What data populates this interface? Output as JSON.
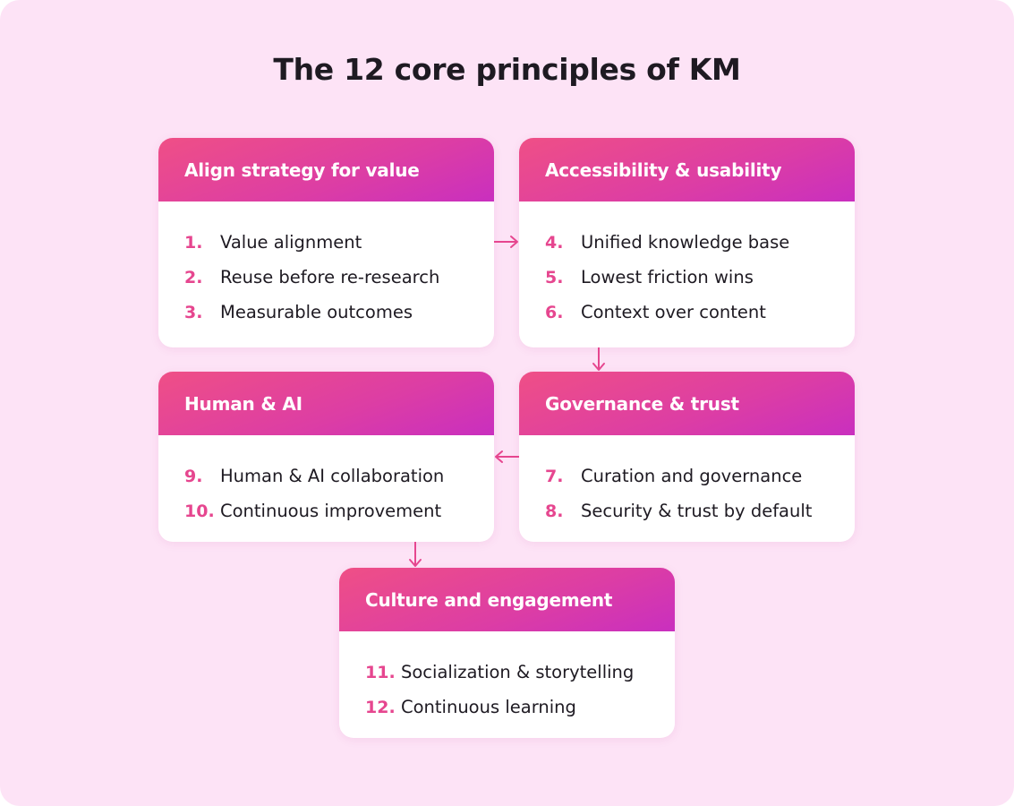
{
  "title": "The 12 core principles of KM",
  "colors": {
    "background": "#fde3f6",
    "accent": "#e6468f",
    "header_start": "#ef4f86",
    "header_end": "#c92fbf",
    "text": "#1e1a22"
  },
  "groups": [
    {
      "title": "Align strategy for value",
      "items": [
        {
          "num": "1.",
          "label": "Value alignment"
        },
        {
          "num": "2.",
          "label": "Reuse before re-research"
        },
        {
          "num": "3.",
          "label": "Measurable outcomes"
        }
      ]
    },
    {
      "title": "Accessibility & usability",
      "items": [
        {
          "num": "4.",
          "label": "Unified knowledge base"
        },
        {
          "num": "5.",
          "label": "Lowest friction wins"
        },
        {
          "num": "6.",
          "label": "Context over content"
        }
      ]
    },
    {
      "title": "Governance & trust",
      "items": [
        {
          "num": "7.",
          "label": "Curation and governance"
        },
        {
          "num": "8.",
          "label": "Security & trust by default"
        }
      ]
    },
    {
      "title": "Human & AI",
      "items": [
        {
          "num": "9.",
          "label": "Human & AI collaboration"
        },
        {
          "num": "10.",
          "label": "Continuous improvement"
        }
      ]
    },
    {
      "title": "Culture and engagement",
      "items": [
        {
          "num": "11.",
          "label": "Socialization & storytelling"
        },
        {
          "num": "12.",
          "label": "Continuous learning"
        }
      ]
    }
  ]
}
